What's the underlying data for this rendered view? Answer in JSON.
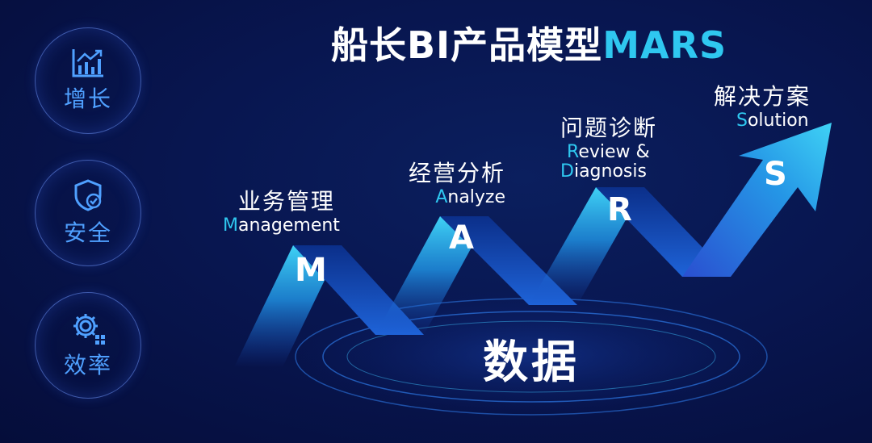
{
  "title": {
    "main": "船长BI产品模型",
    "accent": "MARS"
  },
  "sidebar": [
    {
      "label": "增长",
      "icon": "growth-chart-icon"
    },
    {
      "label": "安全",
      "icon": "shield-check-icon"
    },
    {
      "label": "效率",
      "icon": "gear-icon"
    }
  ],
  "steps": [
    {
      "letter": "M",
      "cn": "业务管理",
      "en_first": "M",
      "en_rest": "anagement"
    },
    {
      "letter": "A",
      "cn": "经营分析",
      "en_first": "A",
      "en_rest": "nalyze"
    },
    {
      "letter": "R",
      "cn": "问题诊断",
      "en_first": "R",
      "en_rest": "eview &",
      "en2_first": "D",
      "en2_rest": "iagnosis"
    },
    {
      "letter": "S",
      "cn": "解决方案",
      "en_first": "S",
      "en_rest": "olution"
    }
  ],
  "center": {
    "label": "数据"
  },
  "colors": {
    "accent": "#2fc8f0",
    "icon_blue": "#4fa0ff",
    "background": "#081650"
  }
}
